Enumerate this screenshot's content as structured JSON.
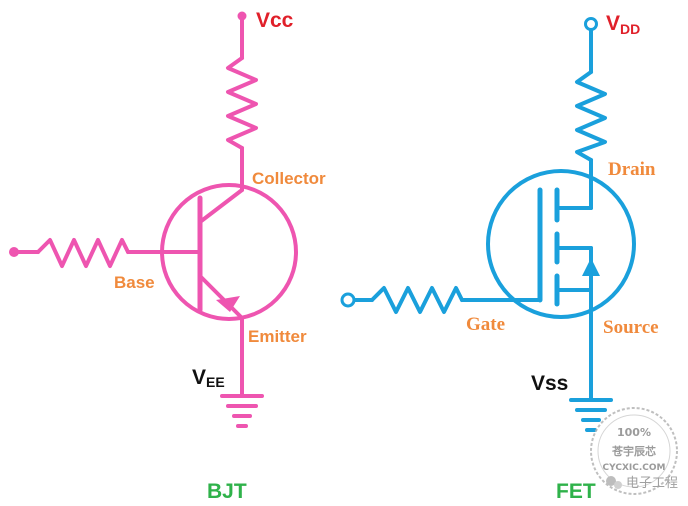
{
  "bjt": {
    "supply_label": "Vcc",
    "collector_label": "Collector",
    "base_label": "Base",
    "emitter_label": "Emitter",
    "ground_label_main": "V",
    "ground_label_sub": "EE",
    "title": "BJT",
    "color": "#ee55b0"
  },
  "fet": {
    "supply_label_main": "V",
    "supply_label_sub": "DD",
    "drain_label": "Drain",
    "gate_label": "Gate",
    "source_label": "Source",
    "ground_label": "Vss",
    "title": "FET",
    "color": "#1aa0dc"
  },
  "watermark": {
    "percent": "100%",
    "name": "苍宇辰芯",
    "site": "CYCXIC.COM",
    "caption": "电子工程"
  },
  "colors": {
    "label_orange": "#f08a3c",
    "label_red": "#e0202a",
    "title_green": "#2fb24a"
  }
}
